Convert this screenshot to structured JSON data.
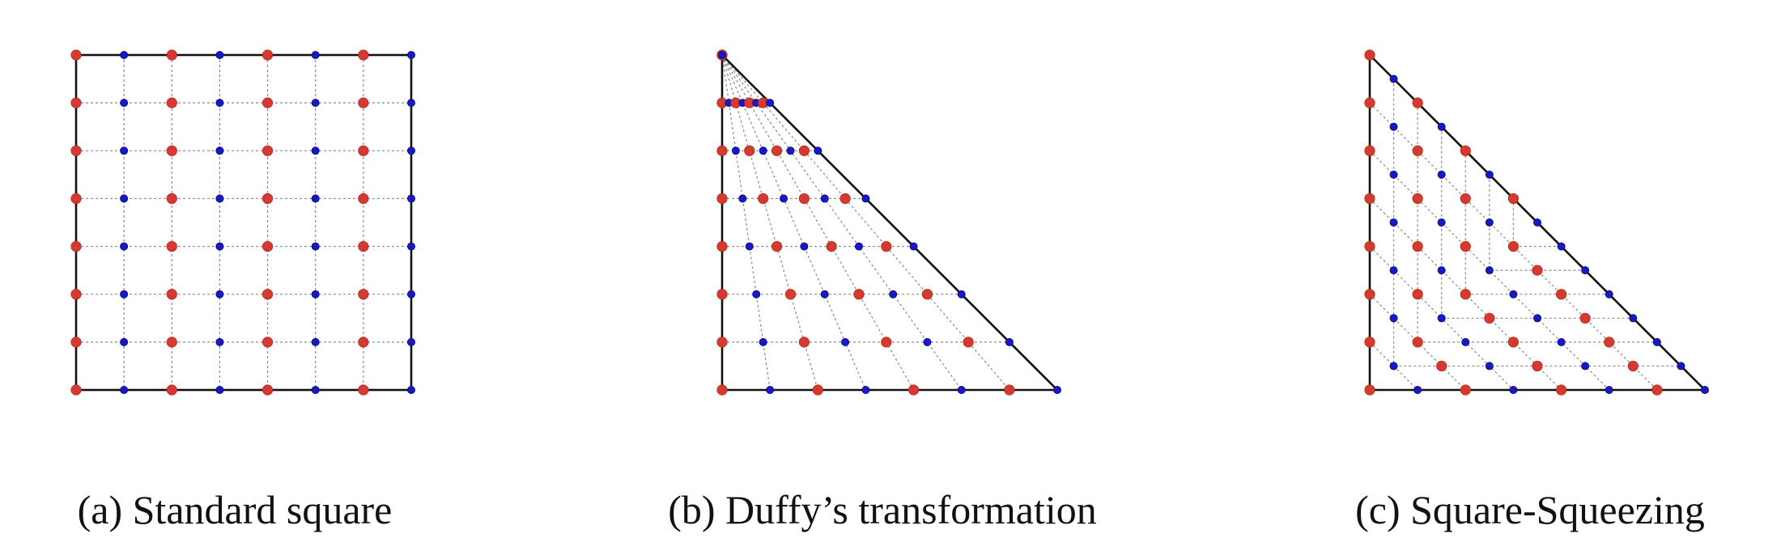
{
  "panels": [
    {
      "id": "a",
      "caption": "(a) Standard square",
      "mapping": "square",
      "grid_points": 8
    },
    {
      "id": "b",
      "caption": "(b) Duffy’s transformation",
      "mapping": "duffy",
      "grid_points": 8
    },
    {
      "id": "c",
      "caption": "(c) Square-Squeezing",
      "mapping": "squeeze",
      "grid_points": 8
    }
  ],
  "colors": {
    "even_points": "#d63a2f",
    "odd_points": "#1818c8",
    "grid_lines": "#8a8a8a",
    "border": "#111111"
  }
}
